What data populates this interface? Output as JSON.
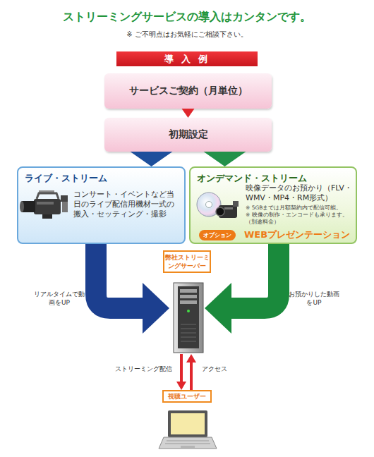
{
  "diagram": {
    "title": "ストリーミングサービスの導入はカンタンです。",
    "nodes": [
      {
        "text": [
          "導 入 例"
        ]
      },
      {
        "text": [
          "サービスご契約（月単位）"
        ]
      },
      {
        "text": [
          "初期設定"
        ]
      },
      {
        "text": [
          "ライブ・ストリーム",
          "コンサート・イベントなど当日のライブ配信用機材一式の搬入・セッティング・撮影"
        ]
      },
      {
        "text": [
          "オンデマンド・ストリーム",
          "映像データのお預かり（FLV・WMV・MP4・RM形式）",
          "※ 5GBまでは月額契約内で配信可能。",
          "※ 映像の制作・エンコードも承ります。（別途料金）",
          "WEBプレゼンテーション"
        ]
      },
      {
        "text": [
          "オプション"
        ],
        "in": 4
      },
      {
        "text": [
          "弊社ストリーミングサーバー"
        ]
      },
      {
        "text": [
          "視聴ユーザー"
        ]
      }
    ],
    "edges": [
      {
        "from": 1,
        "to": 2,
        "arrow": "to"
      },
      {
        "from": 2,
        "to": 3,
        "arrow": "to"
      },
      {
        "from": 2,
        "to": 4,
        "arrow": "to"
      },
      {
        "from": 3,
        "to": 6,
        "arrow": "to",
        "label": "リアルタイムで動画をUP"
      },
      {
        "from": 4,
        "to": 6,
        "arrow": "to",
        "label": "お預かりした動画をUP"
      },
      {
        "from": 6,
        "to": 7,
        "arrow": "to",
        "label": "ストリーミング配信"
      },
      {
        "from": 7,
        "to": 6,
        "arrow": "to",
        "label": "アクセス"
      }
    ],
    "labels": [
      "※ ご不明点はお気軽にご相談下さい。"
    ]
  }
}
